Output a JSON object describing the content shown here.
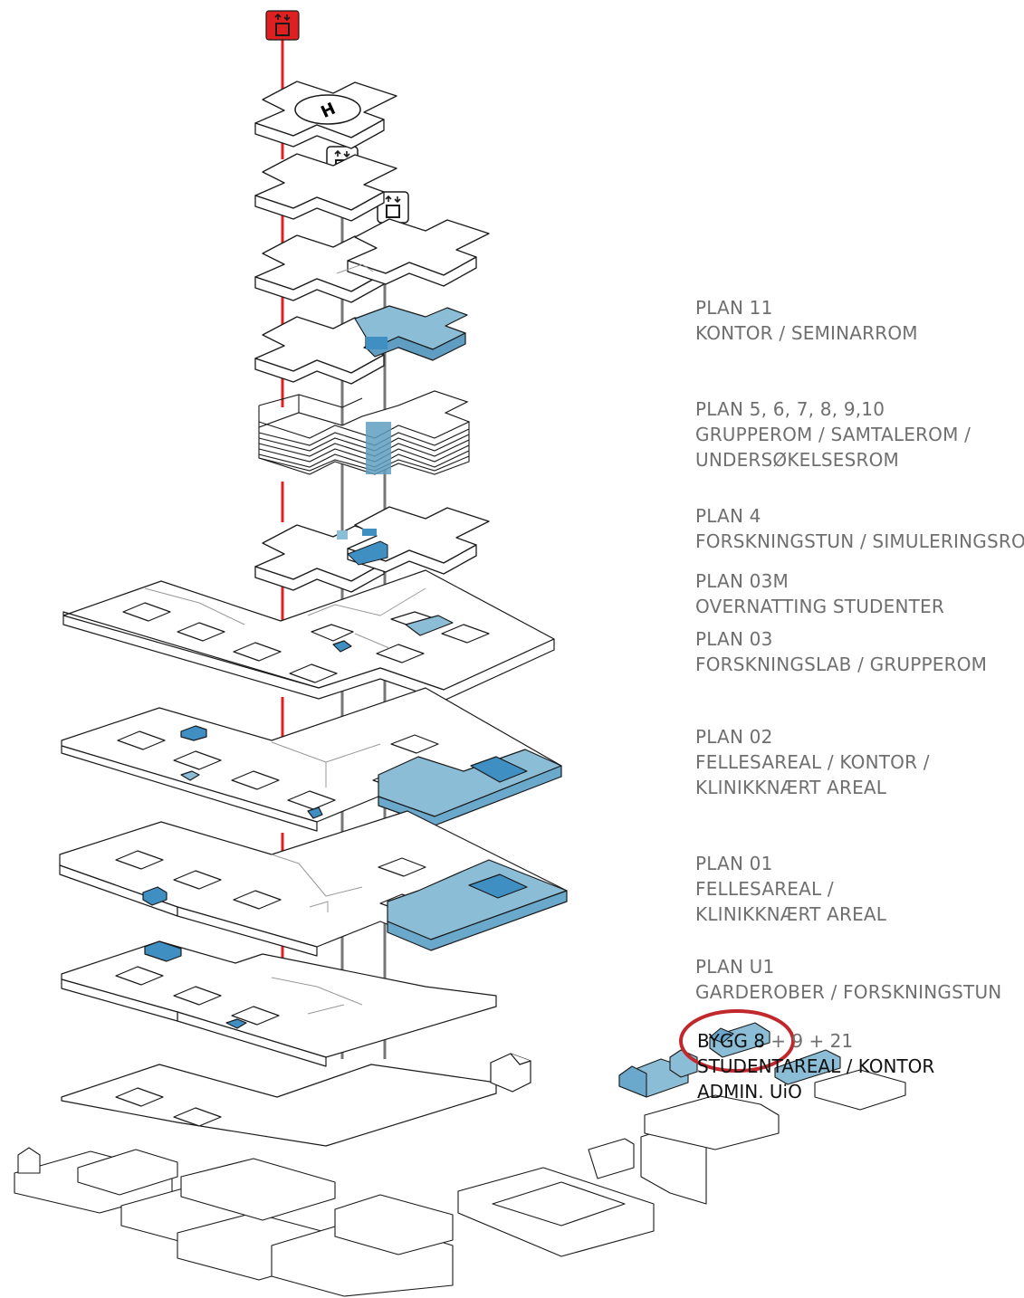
{
  "levels": [
    {
      "plan": "PLAN 11",
      "lines": [
        "KONTOR / SEMINARROM"
      ]
    },
    {
      "plan": "PLAN 5, 6, 7, 8, 9,10",
      "lines": [
        "GRUPPEROM / SAMTALEROM /",
        "UNDERSØKELSESROM"
      ]
    },
    {
      "plan": "PLAN 4",
      "lines": [
        "FORSKNINGSTUN / SIMULERINGSROM"
      ]
    },
    {
      "plan": "PLAN 03M",
      "lines": [
        "OVERNATTING STUDENTER"
      ]
    },
    {
      "plan": "PLAN 03",
      "lines": [
        "FORSKNINGSLAB / GRUPPEROM"
      ]
    },
    {
      "plan": "PLAN 02",
      "lines": [
        "FELLESAREAL / KONTOR /",
        "KLINIKKNÆRT AREAL"
      ]
    },
    {
      "plan": "PLAN 01",
      "lines": [
        "FELLESAREAL /",
        "KLINIKKNÆRT AREAL"
      ]
    },
    {
      "plan": "PLAN U1",
      "lines": [
        "GARDEROBER / FORSKNINGSTUN"
      ]
    }
  ],
  "bygg": {
    "prefix": "BYGG 8",
    "suffix": " + 9 + 21",
    "line2": "STUDENTAREAL / KONTOR",
    "line3": "ADMIN. UiO"
  },
  "heli_letter": "H",
  "colors": {
    "highlight_blue": "#8cbdd6",
    "dark_blue": "#3f8fc2",
    "red_core": "#e02020",
    "grey_core": "#777777",
    "circle": "#c0282c",
    "text_grey": "#6f6f6f"
  },
  "icons": [
    "elevator-icon-red",
    "elevator-icon",
    "elevator-icon",
    "helipad-icon"
  ]
}
